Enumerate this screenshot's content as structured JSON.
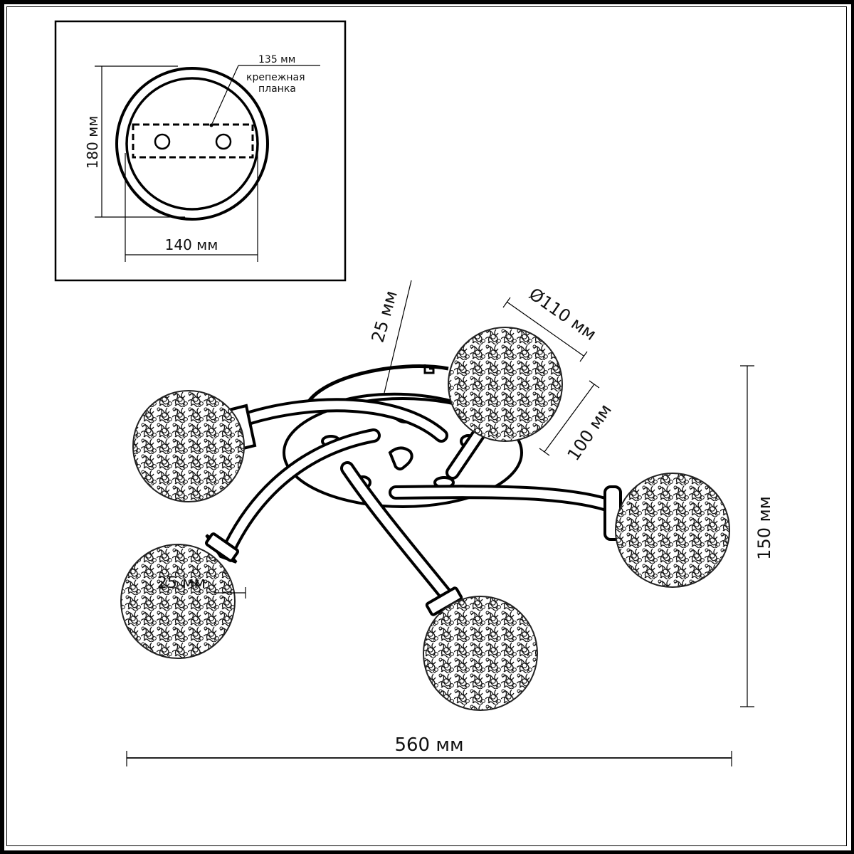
{
  "inset": {
    "title": "Mounting plate view",
    "dim_height": "180 мм",
    "dim_width": "140 мм",
    "dim_plate": "135 мм",
    "plate_label_line1": "крепежная",
    "plate_label_line2": "планка"
  },
  "main": {
    "dim_base_offset": "25 мм",
    "dim_shade_diameter": "Ø110 мм",
    "dim_arm_length": "100 мм",
    "dim_holder": "25 мм",
    "dim_height": "150 мм",
    "dim_width": "560 мм"
  },
  "colors": {
    "line": "#000000",
    "background": "#ffffff"
  }
}
